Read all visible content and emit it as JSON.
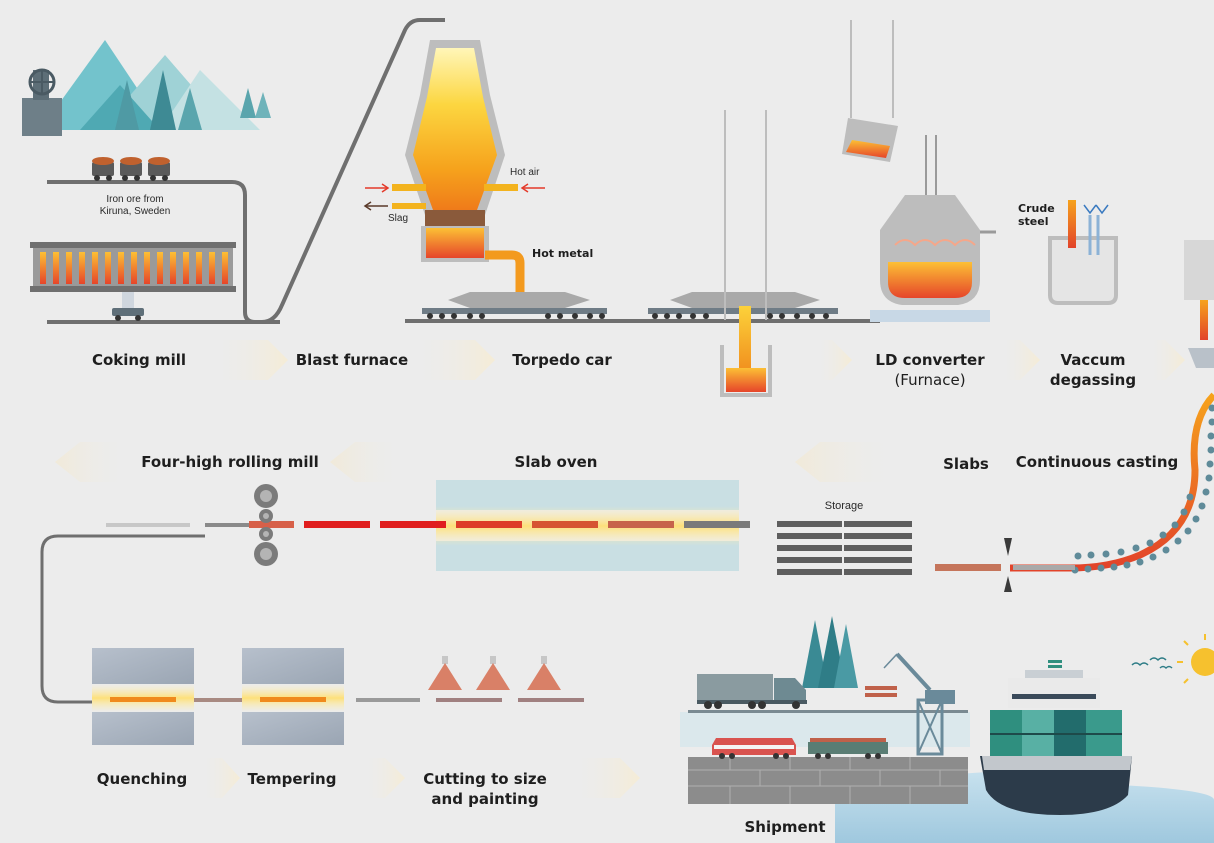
{
  "stages_top": {
    "coking_mill": "Coking mill",
    "blast_furnace": "Blast furnace",
    "torpedo_car": "Torpedo car",
    "ld_converter_line1": "LD converter",
    "ld_converter_line2": "(Furnace)",
    "vacuum_line1": "Vaccum",
    "vacuum_line2": "degassing"
  },
  "stages_mid": {
    "rolling_mill": "Four-high rolling mill",
    "slab_oven": "Slab oven",
    "slabs": "Slabs",
    "continuous_casting": "Continuous casting",
    "storage": "Storage"
  },
  "stages_bottom": {
    "quenching": "Quenching",
    "tempering": "Tempering",
    "cutting_line1": "Cutting to size",
    "cutting_line2": "and painting",
    "shipment": "Shipment"
  },
  "annotations": {
    "iron_ore_line1": "Iron ore from",
    "iron_ore_line2": "Kiruna, Sweden",
    "hot_air": "Hot air",
    "slag": "Slag",
    "hot_metal": "Hot metal",
    "crude_steel_line1": "Crude",
    "crude_steel_line2": "steel"
  },
  "icons": [
    "mountain-icon",
    "mine-wheel-icon",
    "ore-cart-icon",
    "furnace-icon",
    "torpedo-car-icon",
    "ladle-icon",
    "converter-icon",
    "roller-icon",
    "truck-icon",
    "crane-icon",
    "train-icon",
    "container-ship-icon",
    "sun-icon",
    "bird-icon",
    "tree-icon"
  ],
  "colors": {
    "background": "#ececec",
    "track": "#6f6f6f",
    "hot_orange": "#f29a1e",
    "hot_red": "#e43a1f",
    "steel_grey": "#8d8d8d",
    "teal": "#3a8a94",
    "water": "#a9cfe2"
  }
}
